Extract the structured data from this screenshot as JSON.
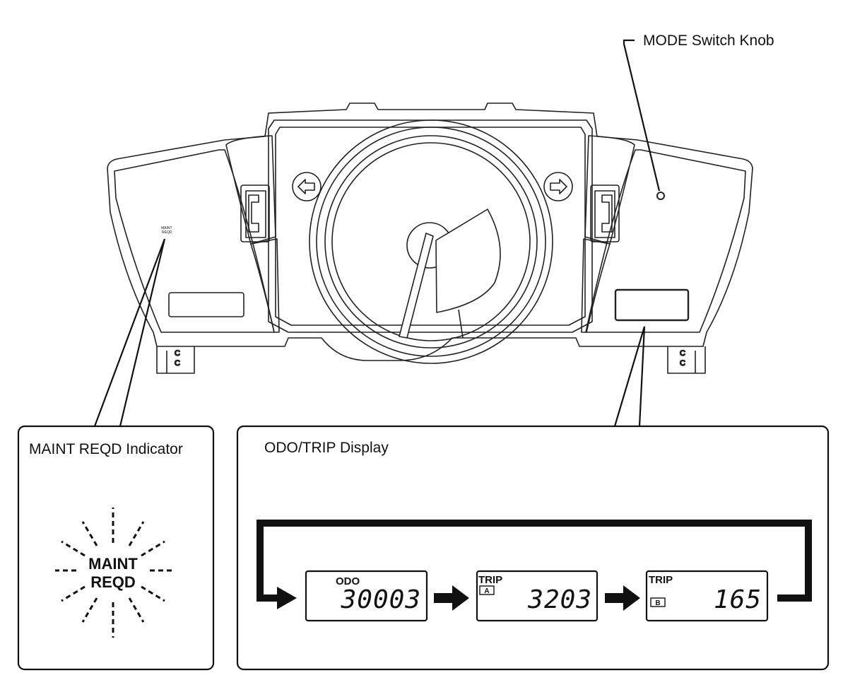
{
  "labels": {
    "mode_switch": "MODE Switch Knob",
    "maint_panel_title": "MAINT REQD Indicator",
    "odo_panel_title": "ODO/TRIP Display"
  },
  "indicator": {
    "line1": "MAINT",
    "line2": "REQD"
  },
  "displays": [
    {
      "label": "ODO",
      "badge": "",
      "value": "30003"
    },
    {
      "label": "TRIP",
      "badge": "A",
      "value": "3203"
    },
    {
      "label": "TRIP",
      "badge": "B",
      "value": "165"
    }
  ]
}
